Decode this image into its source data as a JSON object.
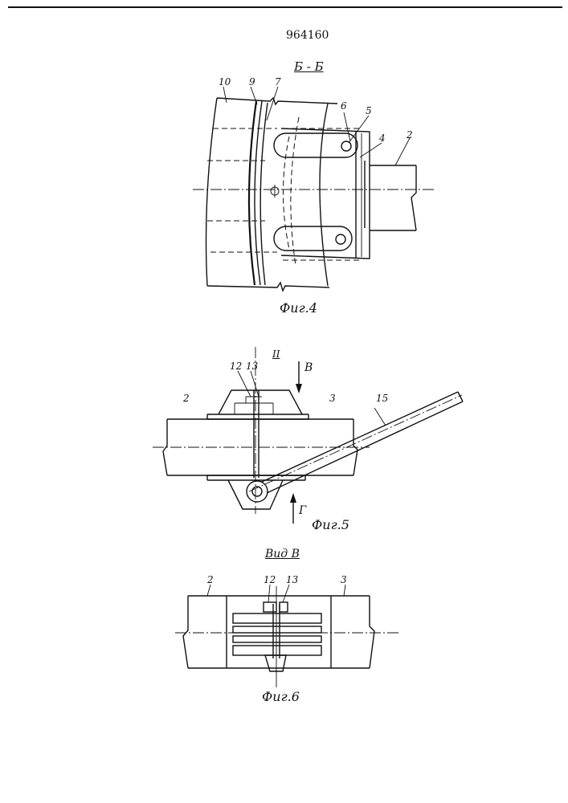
{
  "document": {
    "patent_number": "964160"
  },
  "figure4": {
    "section_label": "Б - Б",
    "caption": "Фиг.4",
    "callouts": [
      "10",
      "9",
      "7",
      "6",
      "5",
      "4",
      "2"
    ]
  },
  "figure5": {
    "detail_label": "II",
    "view_arrow_b": "В",
    "view_arrow_g": "Г",
    "caption": "Фиг.5",
    "callouts": [
      "12",
      "13",
      "15",
      "2",
      "3"
    ]
  },
  "figure6": {
    "view_title": "Вид В",
    "caption": "Фиг.6",
    "callouts": [
      "2",
      "12",
      "13",
      "3"
    ]
  }
}
